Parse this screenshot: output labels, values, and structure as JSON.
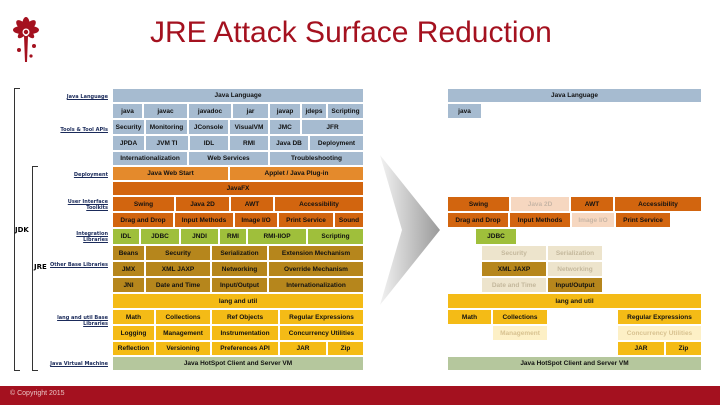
{
  "title": "JRE Attack Surface Reduction",
  "footer": {
    "copyright": "© Copyright 2015"
  },
  "brackets": {
    "jdk": "JDK",
    "jre": "JRE"
  },
  "row_labels": {
    "java_language": "Java Language",
    "tools": "Tools & Tool APIs",
    "deployment": "Deployment",
    "ui_toolkits": "User Interface Toolkits",
    "integration": "Integration Libraries",
    "other_base": "Other Base Libraries",
    "lang_util_base": "lang and util Base Libraries",
    "jvm": "Java Virtual Machine"
  },
  "left": {
    "java_language": "Java Language",
    "tools_row1": [
      "java",
      "javac",
      "javadoc",
      "jar",
      "javap",
      "jdeps",
      "Scripting"
    ],
    "tools_row2": [
      "Security",
      "Monitoring",
      "JConsole",
      "VisualVM",
      "JMC",
      "JFR"
    ],
    "tools_row3": [
      "JPDA",
      "JVM TI",
      "IDL",
      "RMI",
      "Java DB",
      "Deployment"
    ],
    "tools_row4": [
      "Internationalization",
      "Web Services",
      "Troubleshooting"
    ],
    "deploy": [
      "Java Web Start",
      "Applet / Java Plug-in"
    ],
    "javafx": "JavaFX",
    "ui_row1": [
      "Swing",
      "Java 2D",
      "AWT",
      "Accessibility"
    ],
    "ui_row2": [
      "Drag and Drop",
      "Input Methods",
      "Image I/O",
      "Print Service",
      "Sound"
    ],
    "integration": [
      "IDL",
      "JDBC",
      "JNDI",
      "RMI",
      "RMI-IIOP",
      "Scripting"
    ],
    "other_row1": [
      "Beans",
      "Security",
      "Serialization",
      "Extension Mechanism"
    ],
    "other_row2": [
      "JMX",
      "XML JAXP",
      "Networking",
      "Override Mechanism"
    ],
    "other_row3": [
      "JNI",
      "Date and Time",
      "Input/Output",
      "Internationalization"
    ],
    "lang_util": "lang and util",
    "base_row1": [
      "Math",
      "Collections",
      "Ref Objects",
      "Regular Expressions"
    ],
    "base_row2": [
      "Logging",
      "Management",
      "Instrumentation",
      "Concurrency Utilities"
    ],
    "base_row3": [
      "Reflection",
      "Versioning",
      "Preferences API",
      "JAR",
      "Zip"
    ],
    "jvm": "Java HotSpot Client and Server VM"
  },
  "right": {
    "java_language": "Java Language",
    "java": "java",
    "ui_row1": [
      "Swing",
      "Java 2D",
      "AWT",
      "Accessibility"
    ],
    "ui_row2": [
      "Drag and Drop",
      "Input Methods",
      "Image I/O",
      "Print Service"
    ],
    "jdbc": "JDBC",
    "other_row1": [
      "Security",
      "Serialization"
    ],
    "other_row2": [
      "XML JAXP",
      "Networking"
    ],
    "other_row3": [
      "Date and Time",
      "Input/Output"
    ],
    "lang_util": "lang and util",
    "base_row1": [
      "Math",
      "Collections",
      "Regular Expressions"
    ],
    "base_row2": [
      "Management",
      "Concurrency Utilities"
    ],
    "base_row3": [
      "JAR",
      "Zip"
    ],
    "jvm": "Java HotSpot Client and Server VM"
  }
}
